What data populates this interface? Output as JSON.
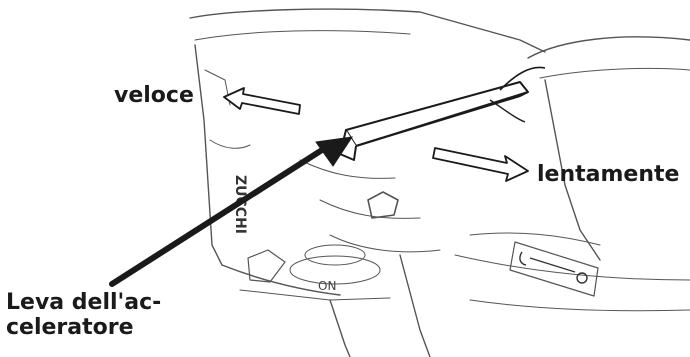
{
  "labels": {
    "fast": "veloce",
    "slow": "lentamente",
    "lever_line1": "Leva dell'ac-",
    "lever_line2": "celeratore"
  },
  "engine_marks": {
    "brand_vertical": "ZUCCHI",
    "choke_marking": "ON"
  },
  "icons": {
    "direction_fast": "arrow-left-icon",
    "direction_slow": "arrow-right-icon",
    "pointer": "pointer-arrow-icon",
    "decal": "throttle-symbol-icon"
  },
  "colors": {
    "ink": "#1a1a1a",
    "outline": "#555555",
    "background": "#ffffff"
  }
}
